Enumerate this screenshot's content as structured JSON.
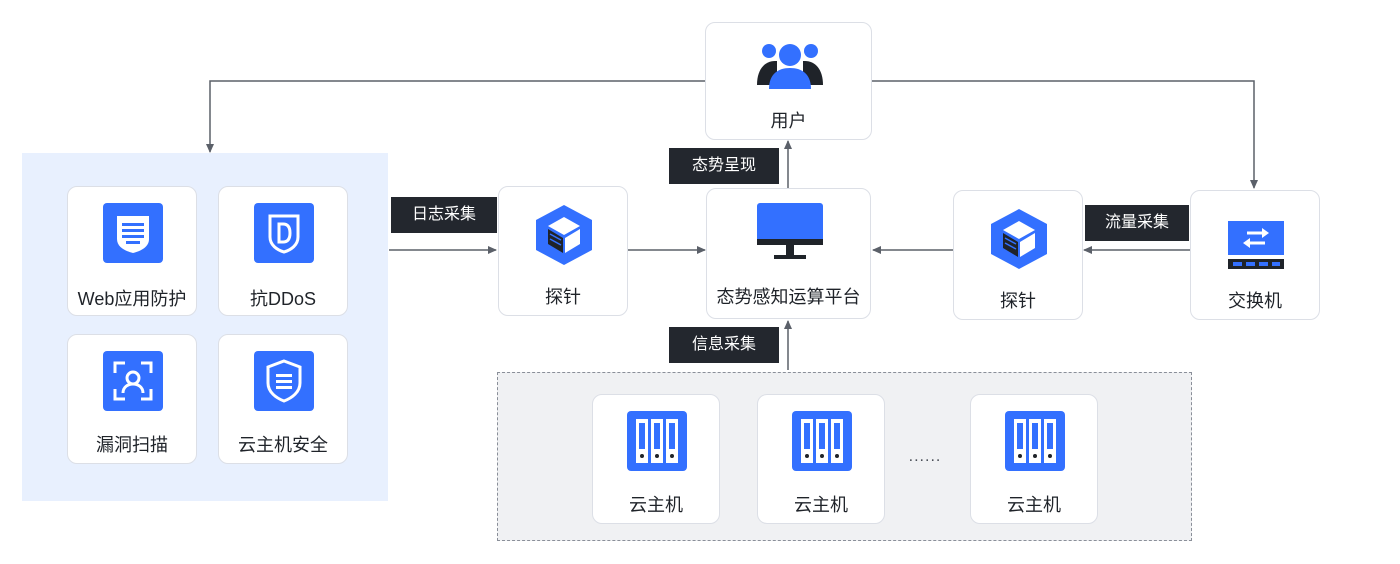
{
  "nodes": {
    "user": "用户",
    "platform": "态势感知运算平台",
    "probe_left": "探针",
    "probe_right": "探针",
    "switch": "交换机",
    "waf": "Web应用防护",
    "anti_ddos": "抗DDoS",
    "vuln_scan": "漏洞扫描",
    "host_security": "云主机安全",
    "hosts": [
      "云主机",
      "云主机",
      "云主机"
    ],
    "ellipsis": "......"
  },
  "edge_labels": {
    "log_collection": "日志采集",
    "situation_display": "态势呈现",
    "traffic_collection": "流量采集",
    "info_collection": "信息采集"
  },
  "colors": {
    "accent": "#3370ff",
    "security_panel": "#e8f0fe",
    "host_panel": "#f0f1f3",
    "tag_bg": "#23272e",
    "wire": "#5b6069"
  },
  "icons": {
    "user": "user-group-icon",
    "platform": "monitor-icon",
    "probe": "cube-icon",
    "switch": "switch-icon",
    "waf": "waf-shield-icon",
    "anti_ddos": "ddos-shield-icon",
    "vuln_scan": "scan-icon",
    "host_security": "host-shield-icon",
    "host": "server-icon"
  }
}
